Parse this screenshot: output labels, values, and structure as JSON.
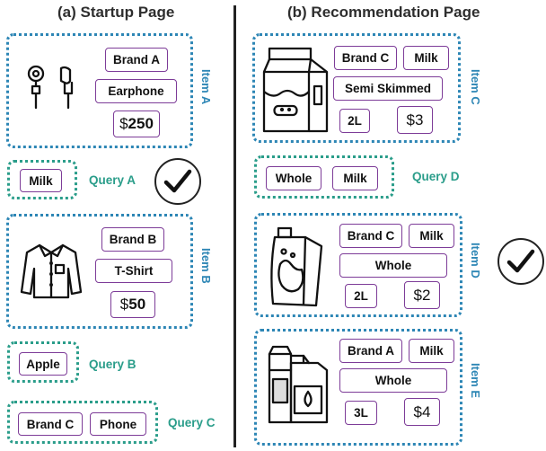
{
  "left": {
    "title": "(a) Startup Page",
    "item_a": {
      "label": "Item A",
      "brand": "Brand A",
      "name": "Earphone",
      "currency": "$",
      "price": "250"
    },
    "query_a": {
      "label": "Query A",
      "tags": [
        "Milk"
      ]
    },
    "item_b": {
      "label": "Item B",
      "brand": "Brand B",
      "name": "T-Shirt",
      "currency": "$",
      "price": "50"
    },
    "query_b": {
      "label": "Query B",
      "tags": [
        "Apple"
      ]
    },
    "query_c": {
      "label": "Query C",
      "tags": [
        "Brand C",
        "Phone"
      ]
    }
  },
  "right": {
    "title": "(b) Recommendation Page",
    "item_c": {
      "label": "Item C",
      "brand": "Brand C",
      "category": "Milk",
      "name": "Semi Skimmed",
      "size": "2L",
      "currency": "$",
      "price": "3"
    },
    "query_d": {
      "label": "Query D",
      "tags": [
        "Whole",
        "Milk"
      ]
    },
    "item_d": {
      "label": "Item D",
      "brand": "Brand C",
      "category": "Milk",
      "name": "Whole",
      "size": "2L",
      "currency": "$",
      "price": "2"
    },
    "item_e": {
      "label": "Item E",
      "brand": "Brand A",
      "category": "Milk",
      "name": "Whole",
      "size": "3L",
      "currency": "$",
      "price": "4"
    }
  },
  "icons": [
    "earphone-icon",
    "tshirt-icon",
    "milk-carton-icon",
    "milk-bag-icon",
    "milk-products-icon",
    "checkmark-icon"
  ],
  "colors": {
    "item_border": "#2d86b5",
    "query_border": "#2a9d8a",
    "tag_border": "#7d3c98"
  }
}
